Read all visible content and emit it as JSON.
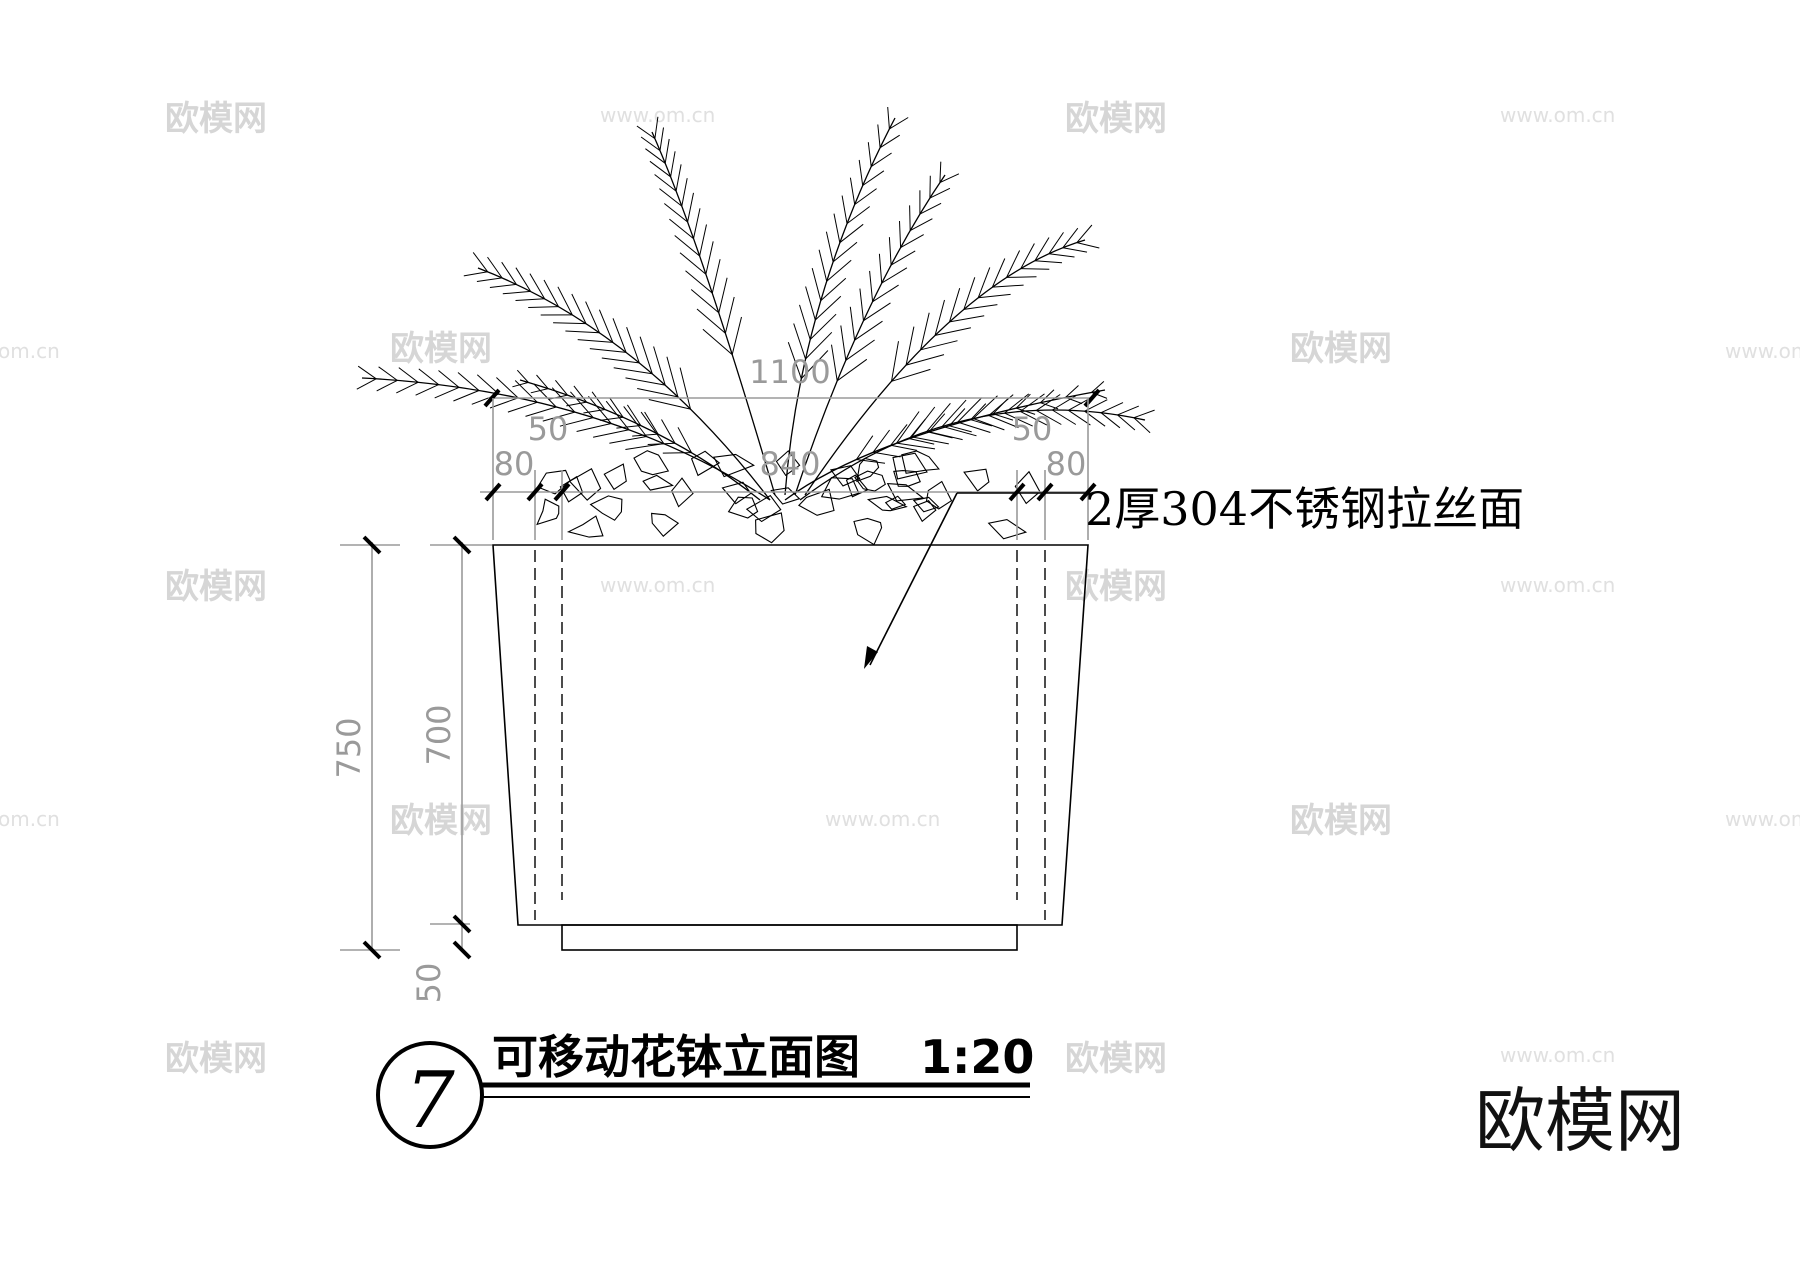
{
  "watermarks": {
    "brand": "欧模网",
    "url": "www.om.cn",
    "url_fragment": "om.cn"
  },
  "dimensions": {
    "top_total": "1100",
    "top_inner": "840",
    "top_side_left": "50",
    "top_side_right": "50",
    "top_rim_left": "80",
    "top_rim_right": "80",
    "height_total": "750",
    "height_body": "700",
    "height_base": "50"
  },
  "annotation": {
    "material": "2厚304不锈钢拉丝面"
  },
  "title_block": {
    "number": "7",
    "title": "可移动花钵立面图",
    "scale": "1:20"
  },
  "logo": {
    "text": "欧模网"
  }
}
